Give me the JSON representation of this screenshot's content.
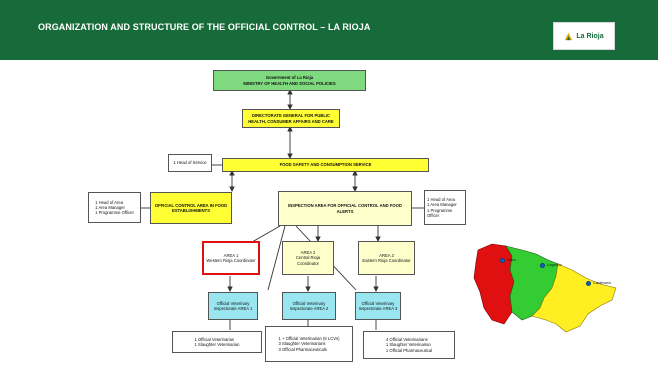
{
  "header": {
    "title": "ORGANIZATION AND STRUCTURE OF THE OFFICIAL CONTROL – LA RIOJA",
    "logo_text": "La Rioja"
  },
  "colors": {
    "header_bg": "#176b3a",
    "green_box": "#7fd97f",
    "yellow_box": "#ffff33",
    "pale_yellow_box": "#ffffcc",
    "cyan_box": "#99e6f0",
    "highlight_border": "#e01010"
  },
  "boxes": {
    "government": "Government of La Rioja\nMINISTRY OF HEALTH AND SOCIAL POLICIES",
    "directorate": "DIRECTORATE GENERAL FOR PUBLIC HEALTH, CONSUMER AFFAIRS AND CARE",
    "food_safety": "FOOD SAFETY AND CONSUMPTION SERVICE",
    "head_service": "1 Head of Service",
    "official_control_area": "OFFICIAL CONTROL AREA IN FOOD ESTABLISHMENTS",
    "left_staff": "1 Head of Area\n1 Area Manager\n1 Programme Officer",
    "inspection_area": "INSPECTION AREA FOR OFFICIAL CONTROL AND FOOD ALERTS",
    "right_staff": "1 Head of Area\n1 Area Manager\n1 Programme Officer",
    "area1": "AREA 1\nWestern Rioja Coordinator",
    "area2": "AREA 2\nCentral Rioja Coordinator",
    "area3": "AREA 3\nEastern Rioja Coordinator",
    "inspect1": "Official Veterinary Inspectorate AREA 1",
    "inspect2": "Official Veterinary Inspectorate AREA 2",
    "inspect3": "Official Veterinary Inspectorate AREA 3",
    "staff1": "1 Official Veterinarian\n1 Slaughter Veterinarian",
    "staff2": "1 + Official Veterinarian (6 LCVs)\n3 Slaughter Veterinarians\n3 Official Pharmaceuticals",
    "staff3": "4 Official Veterinarians\n1 Slaughter Veterinarian\n1 Official Pharmaceutical"
  },
  "map": {
    "regions": [
      "Western",
      "Central",
      "Eastern"
    ],
    "region_colors": [
      "#e01010",
      "#33cc33",
      "#ffee22"
    ],
    "labels": [
      "Haro",
      "Logroño",
      "Calahorra"
    ]
  }
}
